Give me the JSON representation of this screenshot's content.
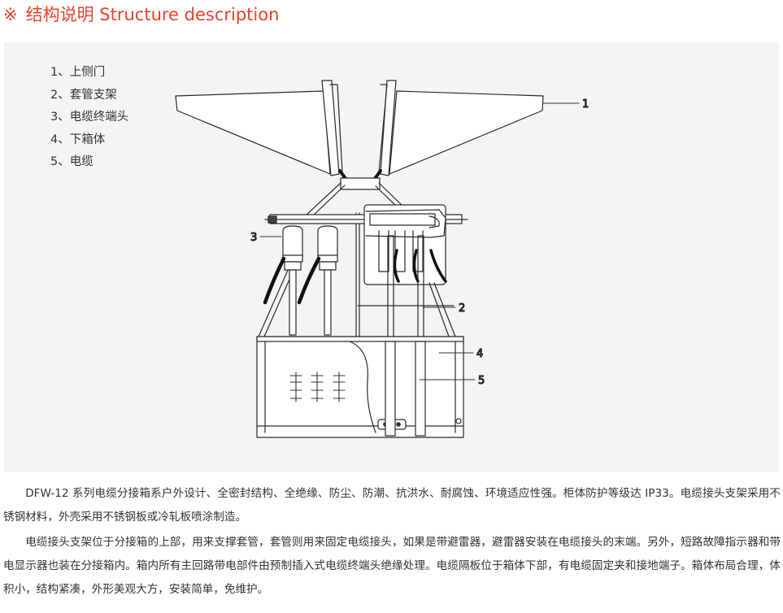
{
  "header": {
    "mark": "※",
    "title": "结构说明 Structure description"
  },
  "legend": [
    {
      "num": "1、",
      "label": "上侧门"
    },
    {
      "num": "2、",
      "label": "套管支架"
    },
    {
      "num": "3、",
      "label": "电缆终端头"
    },
    {
      "num": "4、",
      "label": "下箱体"
    },
    {
      "num": "5、",
      "label": "电缆"
    }
  ],
  "callouts": [
    "1",
    "2",
    "3",
    "4",
    "5"
  ],
  "description": [
    "DFW-12 系列电缆分接箱系户外设计、全密封结构、全绝缘、防尘、防潮、抗洪水、耐腐蚀、环境适应性强。柜体防护等级达 IP33。电缆接头支架采用不锈钢材料，外壳采用不锈钢板或冷轧板喷涂制造。",
    "电缆接头支架位于分接箱的上部，用来支撑套管，套管则用来固定电缆接头，如果是带避雷器，避雷器安装在电缆接头的末端。另外，短路故障指示器和带电显示器也装在分接箱内。箱内所有主回路带电部件由预制插入式电缆终端头绝缘处理。电缆隔板位于箱体下部，有电缆固定夹和接地端子。箱体布局合理，体积小，结构紧凑，外形美观大方，安装简单，免维护。"
  ],
  "colors": {
    "heading": "#e8412c",
    "panel": "#f4f4f4",
    "text": "#333333"
  }
}
